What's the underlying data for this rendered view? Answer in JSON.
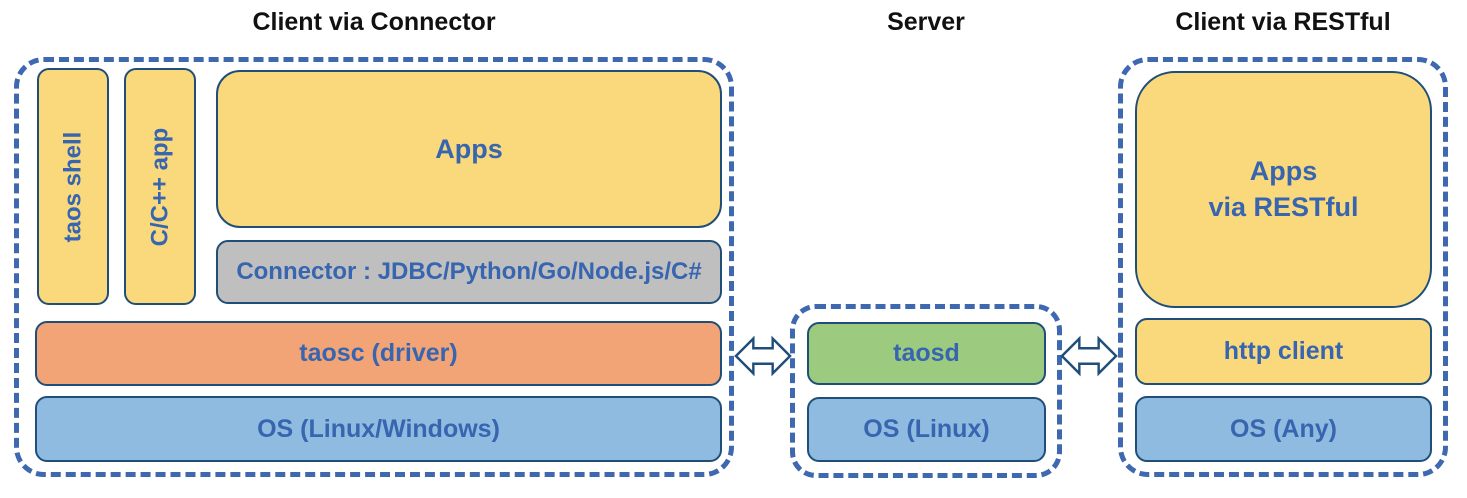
{
  "titles": {
    "connector": "Client via Connector",
    "server": "Server",
    "restful": "Client via RESTful"
  },
  "connector_client": {
    "taos_shell": "taos shell",
    "c_cpp_app": "C/C++ app",
    "apps": "Apps",
    "connector": "Connector : JDBC/Python/Go/Node.js/C#",
    "taosc": "taosc (driver)",
    "os": "OS (Linux/Windows)"
  },
  "server": {
    "taosd": "taosd",
    "os": "OS (Linux)"
  },
  "restful_client": {
    "apps_line1": "Apps",
    "apps_line2": "via RESTful",
    "http_client": "http client",
    "os": "OS (Any)"
  },
  "icons": {
    "left_arrow": "double-headed-arrow",
    "right_arrow": "double-headed-arrow"
  },
  "colors": {
    "box_yellow": "#FAD97D",
    "box_orange": "#F2A477",
    "box_green": "#9CCA7F",
    "box_blue": "#8FBBE0",
    "box_gray": "#BFBFBF",
    "label_blue": "#3765AF",
    "box_border": "#1F4E79",
    "dashed_border": "#3E68B0",
    "title_black": "#111111",
    "background": "#FFFFFF"
  }
}
